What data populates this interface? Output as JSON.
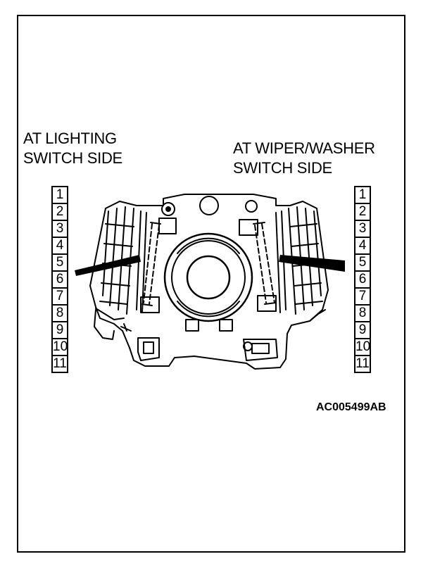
{
  "left_label": {
    "line1": "AT LIGHTING",
    "line2": "SWITCH SIDE"
  },
  "right_label": {
    "line1": "AT WIPER/WASHER",
    "line2": "SWITCH SIDE"
  },
  "left_pins": [
    "1",
    "2",
    "3",
    "4",
    "5",
    "6",
    "7",
    "8",
    "9",
    "10",
    "11"
  ],
  "right_pins": [
    "1",
    "2",
    "3",
    "4",
    "5",
    "6",
    "7",
    "8",
    "9",
    "10",
    "11"
  ],
  "figure_code": "AC005499AB",
  "line_color": "#000000"
}
